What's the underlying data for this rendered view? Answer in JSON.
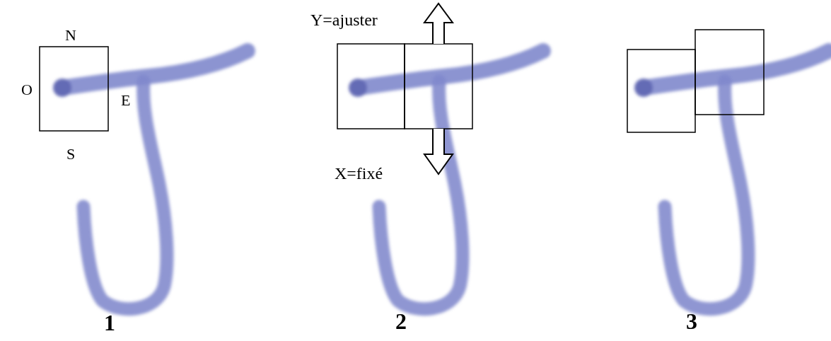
{
  "diagram": {
    "labels": [
      "N",
      "O",
      "E",
      "S",
      "Y=ajuster",
      "X=fixé",
      "1",
      "2",
      "3"
    ]
  }
}
